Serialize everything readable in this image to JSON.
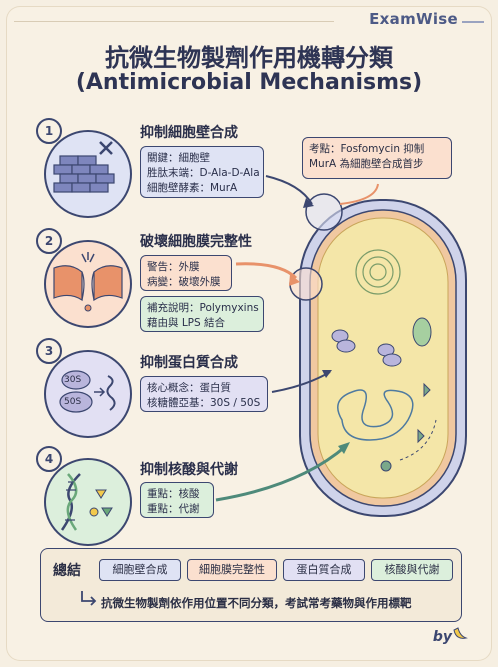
{
  "brand": "ExamWise",
  "title": "抗微生物製劑作用機轉分類",
  "subtitle": "(Antimicrobial Mechanisms)",
  "tip": {
    "line1": "考點：Fosfomycin 抑制",
    "line2": "MurA 為細胞壁合成首步"
  },
  "sections": [
    {
      "number": "1",
      "title": "抑制細胞壁合成",
      "box": [
        "關鍵：細胞壁",
        "胜肽末端：D-Ala-D-Ala",
        "細胞壁酵素：MurA"
      ]
    },
    {
      "number": "2",
      "title": "破壞細胞膜完整性",
      "box": [
        "警告：外膜",
        "病變：破壞外膜"
      ],
      "extra": [
        "補充說明：Polymyxins",
        "藉由與 LPS 結合"
      ]
    },
    {
      "number": "3",
      "title": "抑制蛋白質合成",
      "box": [
        "核心概念：蛋白質",
        "核糖體亞基：30S / 50S"
      ],
      "ribosome_labels": [
        "30S",
        "50S"
      ]
    },
    {
      "number": "4",
      "title": "抑制核酸與代謝",
      "box": [
        "重點：核酸",
        "重點：代謝"
      ]
    }
  ],
  "summary": {
    "label": "總結",
    "tags": [
      "細胞壁合成",
      "細胞膜完整性",
      "蛋白質合成",
      "核酸與代謝"
    ],
    "note": "抗微生物製劑依作用位置不同分類，考試常考藥物與作用標靶"
  },
  "credit": "by",
  "colors": {
    "blue": "#dfe3f4",
    "orange": "#fbe0cf",
    "purple": "#e2e0f3",
    "green": "#dcefdc",
    "ink": "#3c4770"
  }
}
